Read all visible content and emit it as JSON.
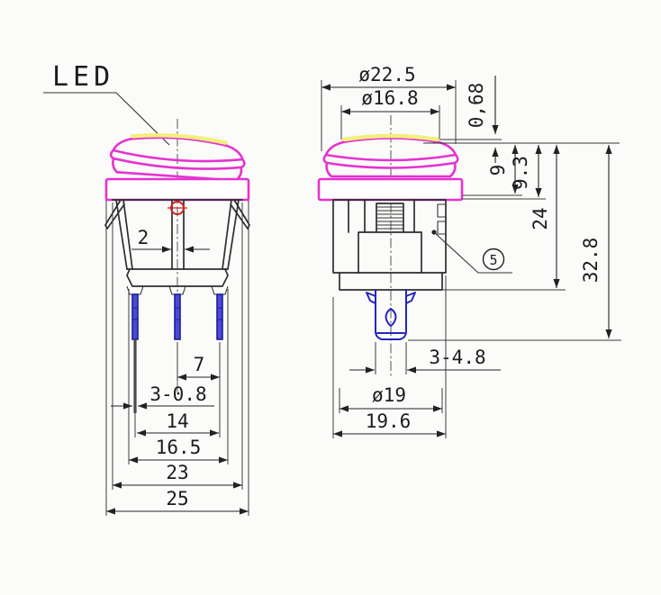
{
  "drawing": {
    "labels": {
      "led": "LED",
      "callout_5": "5"
    },
    "left_view": {
      "dims": {
        "actuator_width": "2",
        "pin_pitch": "7",
        "pin_thickness": "3-0.8",
        "pin_span": "14",
        "lower_body_width": "16.5",
        "body_width": "23",
        "flange_width": "25"
      }
    },
    "right_view": {
      "dims": {
        "cap_outer_dia": "ø22.5",
        "cap_window_dia": "ø16.8",
        "dome_height": "0,68",
        "cap_height": "9",
        "cap_total_height": "9.3",
        "height_to_body_bottom": "24",
        "total_height": "32.8",
        "terminal_width": "3-4.8",
        "bushing_dia": "ø19",
        "body_dia": "19.6"
      }
    },
    "colors": {
      "cap_outline": "#e632d0",
      "led_window": "#f3ef7c",
      "terminal_blue": "#2626bb",
      "indicator_red": "#cf1f1f",
      "line": "#2e2e2e",
      "background": "#fbfbfa"
    }
  }
}
